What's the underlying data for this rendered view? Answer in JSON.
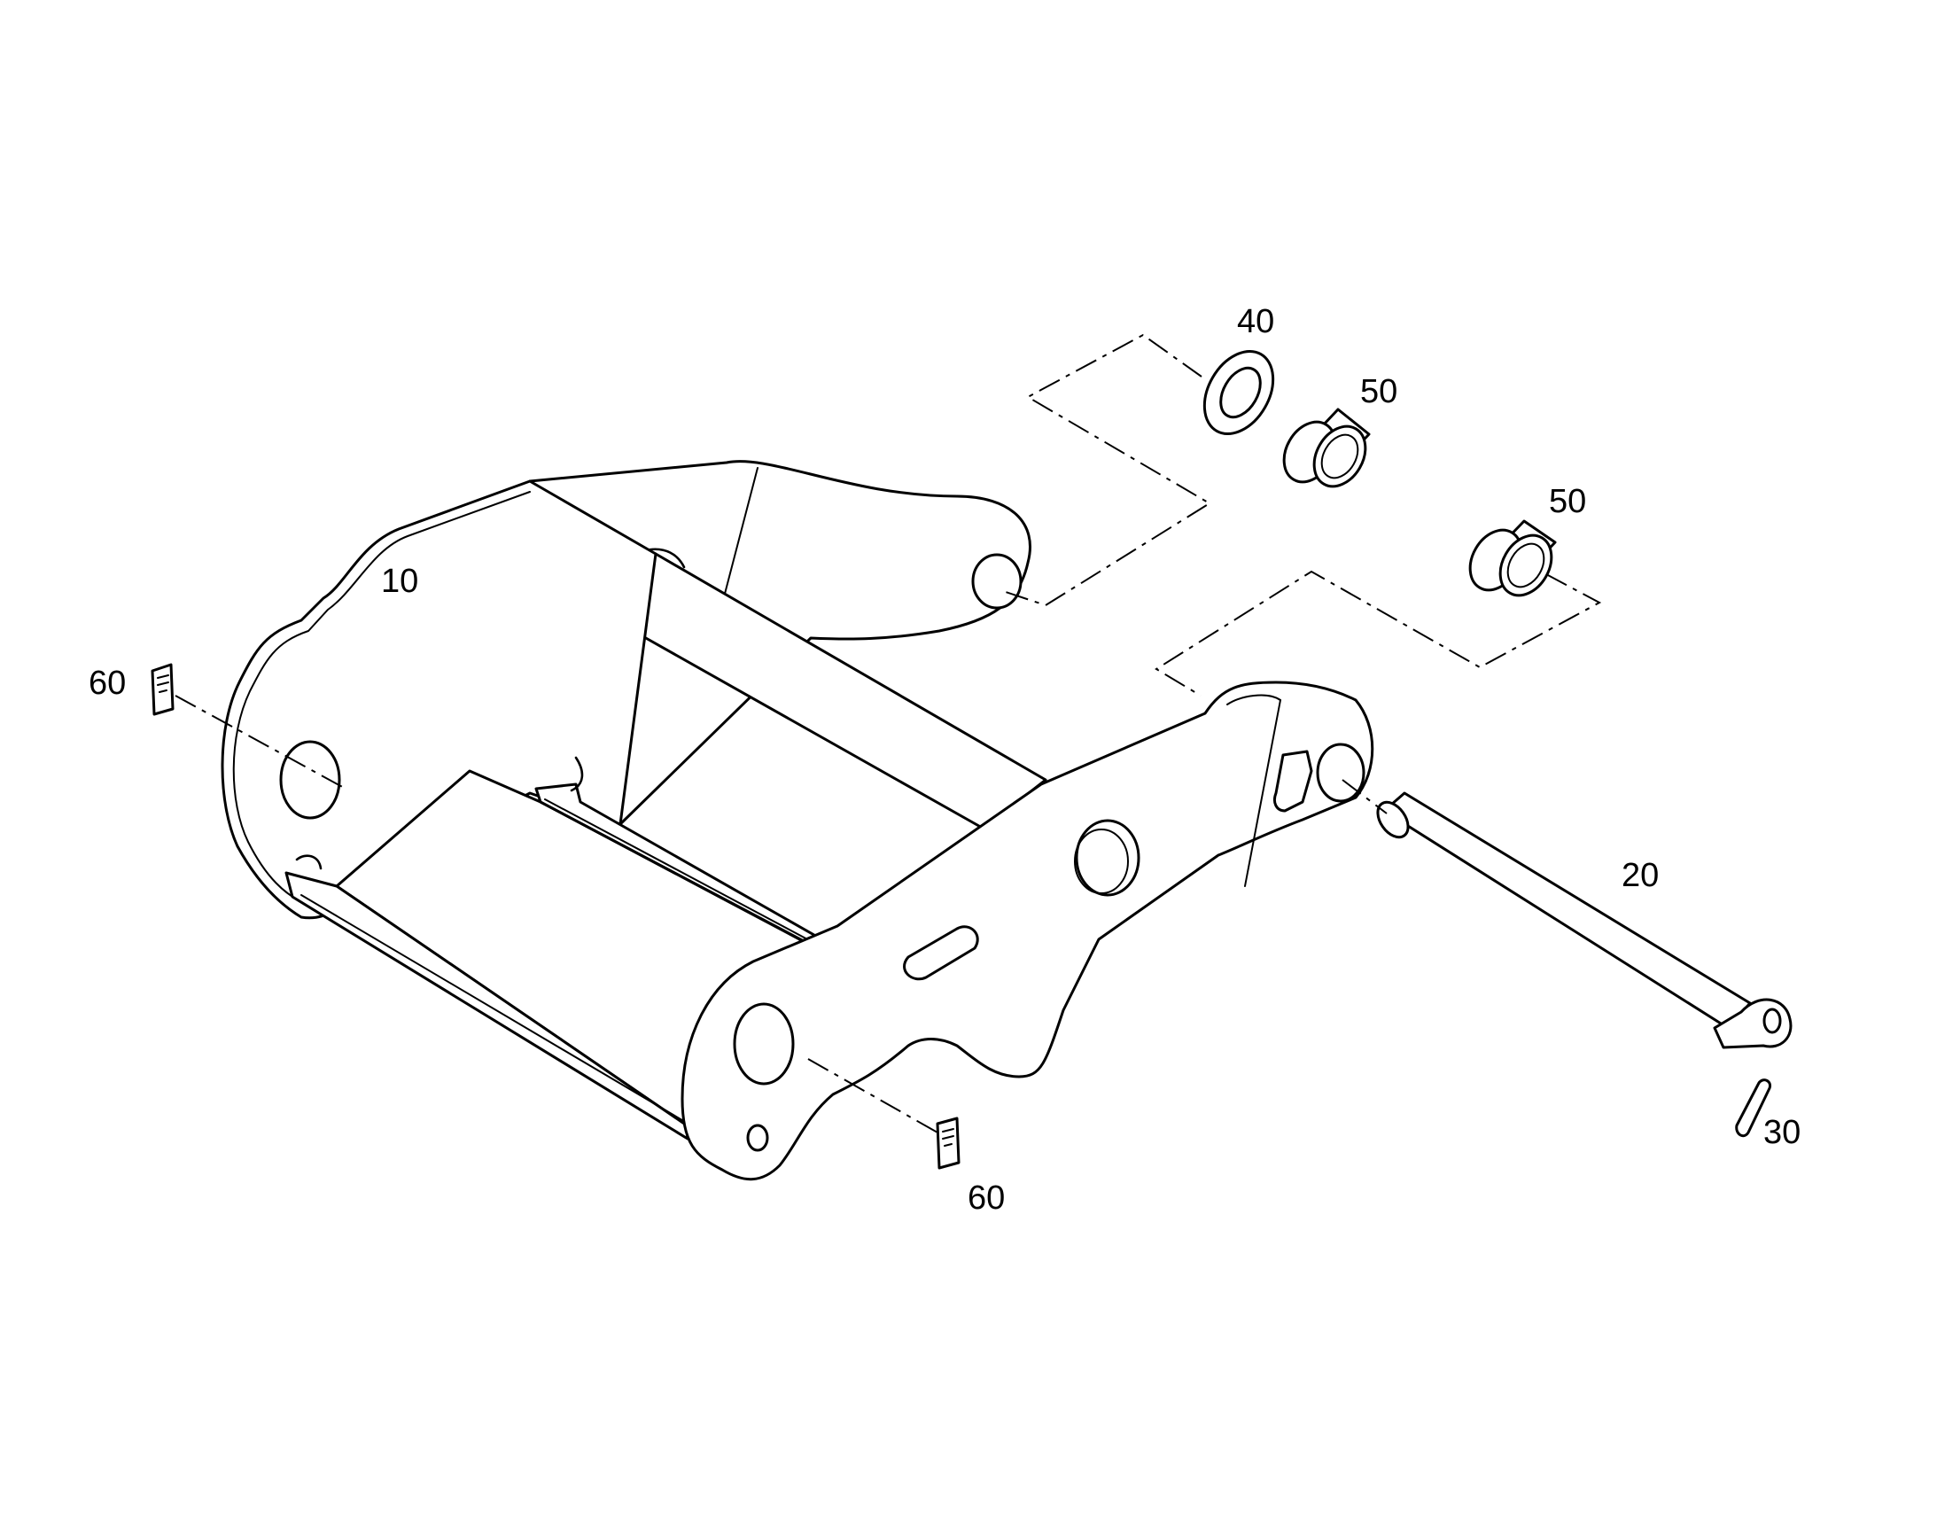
{
  "callouts": {
    "c10": "10",
    "c20": "20",
    "c30": "30",
    "c40": "40",
    "c50a": "50",
    "c50b": "50",
    "c60a": "60",
    "c60b": "60"
  },
  "parts": [
    {
      "id": "10",
      "name": "frame"
    },
    {
      "id": "20",
      "name": "pin"
    },
    {
      "id": "30",
      "name": "lock-plate"
    },
    {
      "id": "40",
      "name": "washer"
    },
    {
      "id": "50",
      "name": "bushing"
    },
    {
      "id": "60",
      "name": "grease-fitting-label"
    }
  ]
}
